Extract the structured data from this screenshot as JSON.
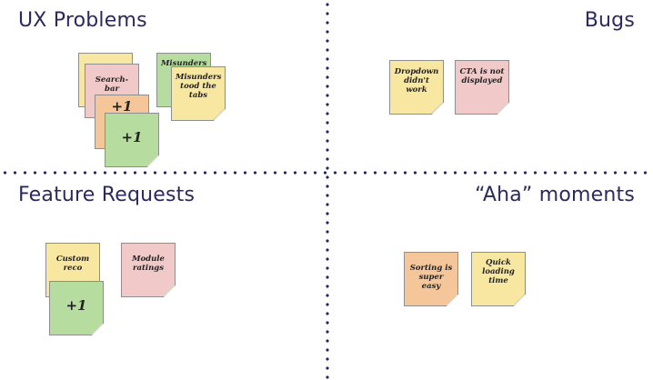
{
  "quadrants": {
    "ux_problems": {
      "title": "UX Problems",
      "notes": [
        "",
        "Search-bar",
        "Misunders",
        "Misunders tood the tabs",
        "+1",
        "+1"
      ]
    },
    "bugs": {
      "title": "Bugs",
      "notes": [
        "Dropdown didn't work",
        "CTA is not displayed"
      ]
    },
    "feature_requests": {
      "title": "Feature Requests",
      "notes": [
        "Custom reco",
        "Module ratings",
        "+1"
      ]
    },
    "aha_moments": {
      "title": "“Aha” moments",
      "notes": [
        "Sorting is super easy",
        "Quick loading time"
      ]
    }
  },
  "colors": {
    "title_text": "#2b2a5c",
    "note_yellow": "#f8e7a0",
    "note_pink": "#f2c9c9",
    "note_orange": "#f5c69a",
    "note_green": "#b7dca0"
  }
}
